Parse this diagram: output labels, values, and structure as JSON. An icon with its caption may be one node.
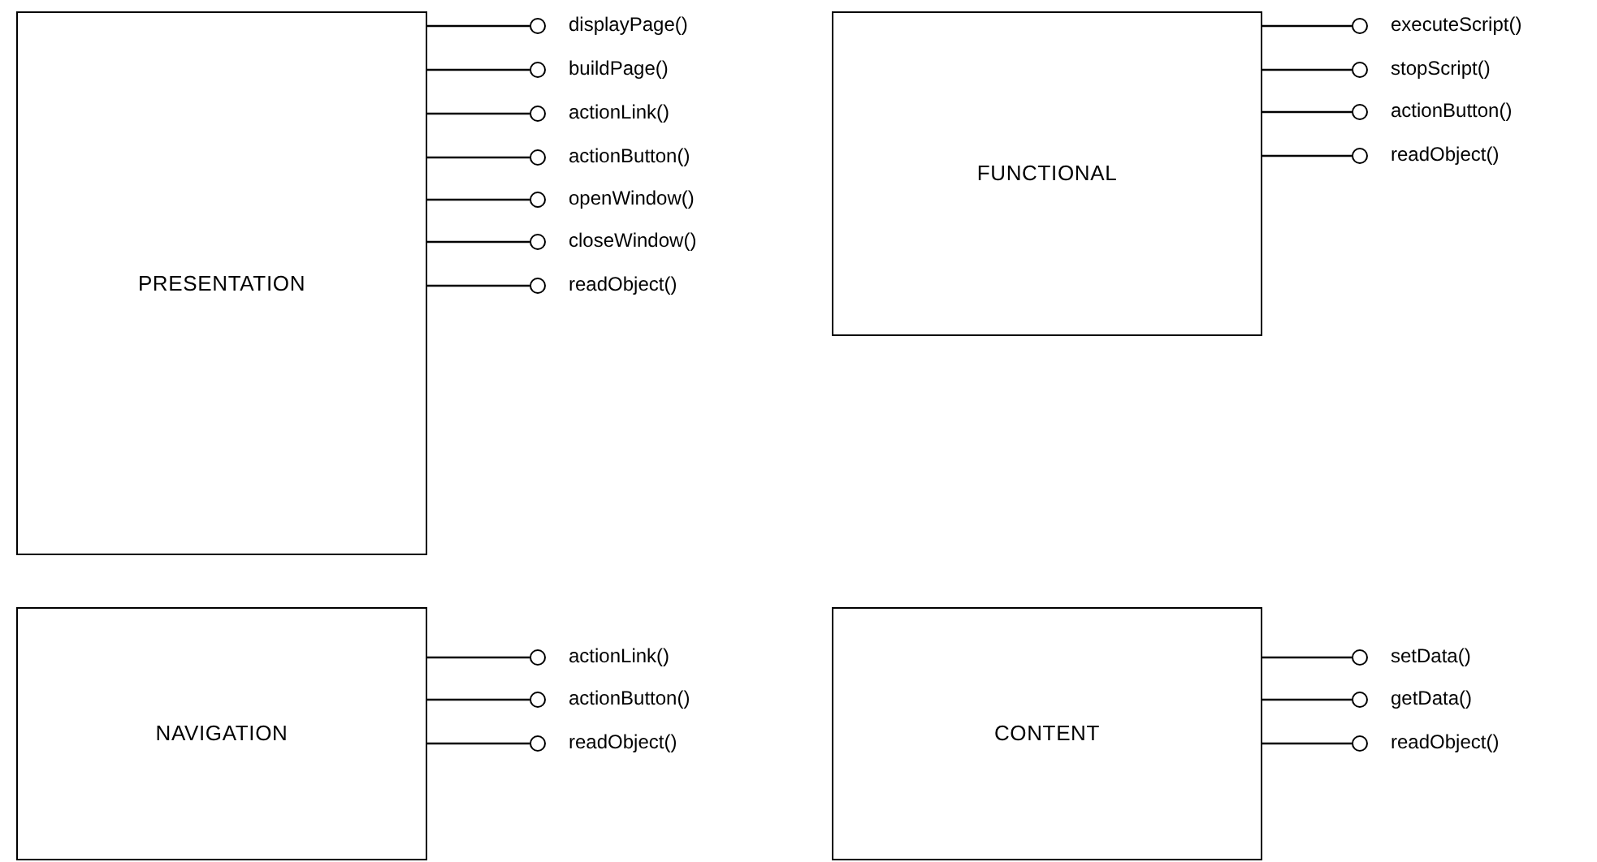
{
  "diagram": {
    "nodes": [
      {
        "text": [
          "PRESENTATION"
        ]
      },
      {
        "text": [],
        "shape": "circle",
        "beside": [
          "displayPage()"
        ]
      },
      {
        "text": [],
        "shape": "circle",
        "beside": [
          "buildPage()"
        ]
      },
      {
        "text": [],
        "shape": "circle",
        "beside": [
          "actionLink()"
        ]
      },
      {
        "text": [],
        "shape": "circle",
        "beside": [
          "actionButton()"
        ]
      },
      {
        "text": [],
        "shape": "circle",
        "beside": [
          "openWindow()"
        ]
      },
      {
        "text": [],
        "shape": "circle",
        "beside": [
          "closeWindow()"
        ]
      },
      {
        "text": [],
        "shape": "circle",
        "beside": [
          "readObject()"
        ]
      },
      {
        "text": [
          "FUNCTIONAL"
        ]
      },
      {
        "text": [],
        "shape": "circle",
        "beside": [
          "executeScript()"
        ]
      },
      {
        "text": [],
        "shape": "circle",
        "beside": [
          "stopScript()"
        ]
      },
      {
        "text": [],
        "shape": "circle",
        "beside": [
          "actionButton()"
        ]
      },
      {
        "text": [],
        "shape": "circle",
        "beside": [
          "readObject()"
        ]
      },
      {
        "text": [
          "NAVIGATION"
        ]
      },
      {
        "text": [],
        "shape": "circle",
        "beside": [
          "actionLink()"
        ]
      },
      {
        "text": [],
        "shape": "circle",
        "beside": [
          "actionButton()"
        ]
      },
      {
        "text": [],
        "shape": "circle",
        "beside": [
          "readObject()"
        ]
      },
      {
        "text": [
          "CONTENT"
        ]
      },
      {
        "text": [],
        "shape": "circle",
        "beside": [
          "setData()"
        ]
      },
      {
        "text": [],
        "shape": "circle",
        "beside": [
          "getData()"
        ]
      },
      {
        "text": [],
        "shape": "circle",
        "beside": [
          "readObject()"
        ]
      }
    ],
    "edges": [
      {
        "from": 0,
        "to": 1,
        "arrow": "none"
      },
      {
        "from": 0,
        "to": 2,
        "arrow": "none"
      },
      {
        "from": 0,
        "to": 3,
        "arrow": "none"
      },
      {
        "from": 0,
        "to": 4,
        "arrow": "none"
      },
      {
        "from": 0,
        "to": 5,
        "arrow": "none"
      },
      {
        "from": 0,
        "to": 6,
        "arrow": "none"
      },
      {
        "from": 0,
        "to": 7,
        "arrow": "none"
      },
      {
        "from": 8,
        "to": 9,
        "arrow": "none"
      },
      {
        "from": 8,
        "to": 10,
        "arrow": "none"
      },
      {
        "from": 8,
        "to": 11,
        "arrow": "none"
      },
      {
        "from": 8,
        "to": 12,
        "arrow": "none"
      },
      {
        "from": 13,
        "to": 14,
        "arrow": "none"
      },
      {
        "from": 13,
        "to": 15,
        "arrow": "none"
      },
      {
        "from": 13,
        "to": 16,
        "arrow": "none"
      },
      {
        "from": 17,
        "to": 18,
        "arrow": "none"
      },
      {
        "from": 17,
        "to": 19,
        "arrow": "none"
      },
      {
        "from": 17,
        "to": 20,
        "arrow": "none"
      }
    ]
  }
}
